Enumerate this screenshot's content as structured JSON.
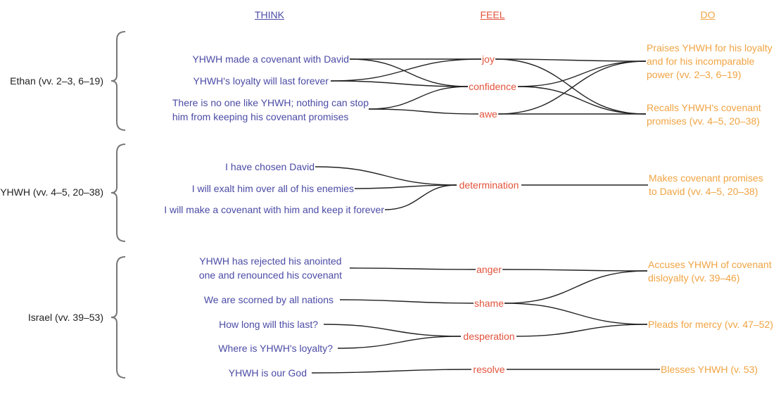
{
  "headers": {
    "think": "THINK",
    "feel": "FEEL",
    "do": "DO"
  },
  "colors": {
    "think": "#4b4ba6",
    "feel": "#e2533c",
    "do": "#f0a443",
    "lines": "#222222",
    "braces": "#777777"
  },
  "groups": [
    {
      "label": "Ethan (vv. 2–3, 6–19)"
    },
    {
      "label": "YHWH (vv. 4–5, 20–38)"
    },
    {
      "label": "Israel (vv. 39–53)"
    }
  ],
  "think": {
    "t1": "YHWH made a covenant with David",
    "t2": "YHWH's loyalty will last forever",
    "t3a": "There is no one like YHWH; nothing can stop",
    "t3b": "him from keeping his covenant promises",
    "t4": "I have chosen David",
    "t5": "I will exalt him over all of his enemies",
    "t6": "I will make a covenant with him and keep it forever",
    "t7a": "YHWH has rejected his anointed",
    "t7b": "one and renounced his covenant",
    "t8": "We are scorned by all nations",
    "t9": "How long will this last?",
    "t10": "Where is YHWH's loyalty?",
    "t11": "YHWH is our God"
  },
  "feel": {
    "f1": "joy",
    "f2": "confidence",
    "f3": "awe",
    "f4": "determination",
    "f5": "anger",
    "f6": "shame",
    "f7": "desperation",
    "f8": "resolve"
  },
  "do": {
    "d1a": "Praises YHWH for his loyalty",
    "d1b": "and for his incomparable",
    "d1c": "power (vv. 2–3, 6–19)",
    "d2a": "Recalls YHWH's covenant",
    "d2b": "promises (vv. 4–5, 20–38)",
    "d3a": "Makes covenant promises",
    "d3b": "to David (vv. 4–5, 20–38)",
    "d4a": "Accuses YHWH of covenant",
    "d4b": "disloyalty (vv. 39–46)",
    "d5": "Pleads for mercy (vv. 47–52)",
    "d6": "Blesses YHWH (v. 53)"
  },
  "edges": [
    [
      "t1",
      "f1"
    ],
    [
      "t1",
      "f2"
    ],
    [
      "t2",
      "f1"
    ],
    [
      "t2",
      "f2"
    ],
    [
      "t3",
      "f2"
    ],
    [
      "t3",
      "f3"
    ],
    [
      "f1",
      "d1"
    ],
    [
      "f1",
      "d2"
    ],
    [
      "f2",
      "d1"
    ],
    [
      "f2",
      "d2"
    ],
    [
      "f3",
      "d1"
    ],
    [
      "f3",
      "d2"
    ],
    [
      "t4",
      "f4"
    ],
    [
      "t5",
      "f4"
    ],
    [
      "t6",
      "f4"
    ],
    [
      "f4",
      "d3"
    ],
    [
      "t7",
      "f5"
    ],
    [
      "t8",
      "f6"
    ],
    [
      "t9",
      "f7"
    ],
    [
      "t10",
      "f7"
    ],
    [
      "t11",
      "f8"
    ],
    [
      "f5",
      "d4"
    ],
    [
      "f6",
      "d4"
    ],
    [
      "f6",
      "d5"
    ],
    [
      "f7",
      "d5"
    ],
    [
      "f8",
      "d6"
    ]
  ]
}
